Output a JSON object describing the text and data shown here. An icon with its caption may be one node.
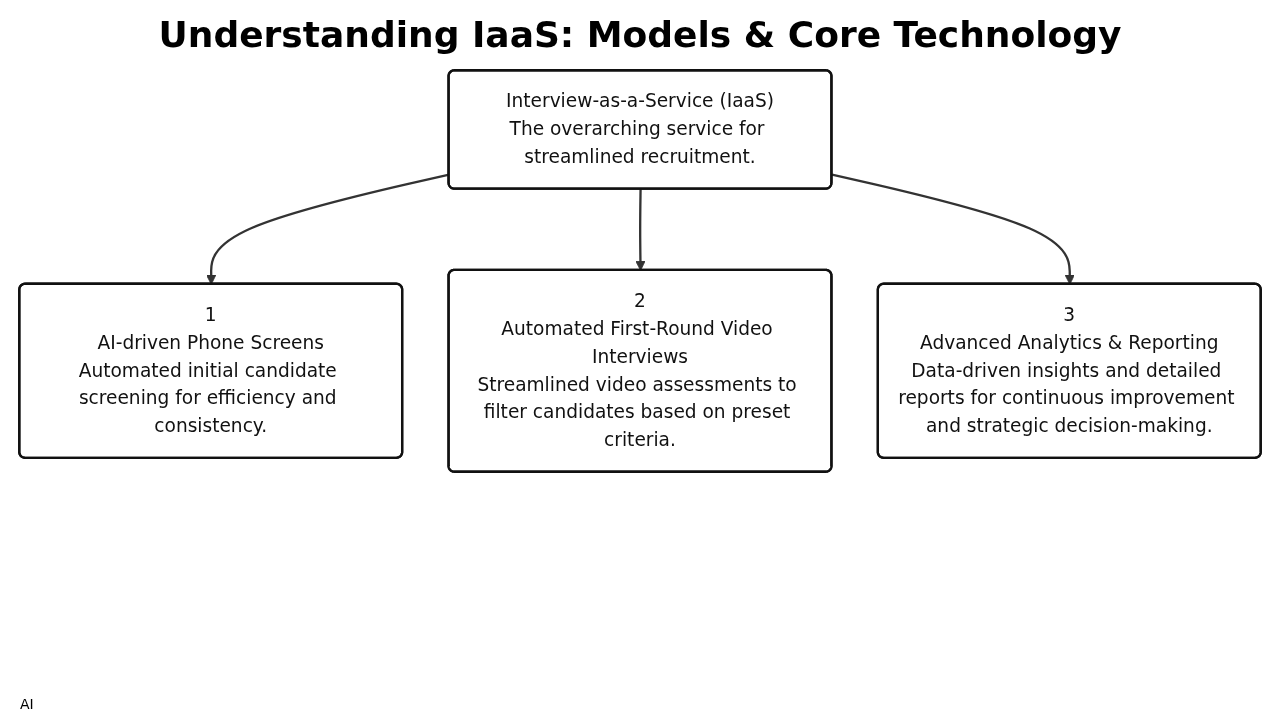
{
  "diagram": {
    "title": "Understanding IaaS: Models & Core Technology",
    "nodes": [
      {
        "text": [
          "Interview-as-a-Service (IaaS)",
          "The overarching service for streamlined recruitment."
        ]
      },
      {
        "text": [
          "1",
          "AI-driven Phone Screens",
          "Automated initial candidate screening for efficiency and consistency."
        ]
      },
      {
        "text": [
          "2",
          "Automated First-Round Video Interviews",
          "Streamlined video assessments to filter candidates based on preset criteria."
        ]
      },
      {
        "text": [
          "3",
          "Advanced Analytics & Reporting",
          "Data-driven insights and detailed reports for continuous improvement and strategic decision-making."
        ]
      }
    ],
    "edges": [
      {
        "from": 0,
        "to": 1,
        "arrow": "to"
      },
      {
        "from": 0,
        "to": 2,
        "arrow": "to"
      },
      {
        "from": 0,
        "to": 3,
        "arrow": "to"
      }
    ],
    "labels": [
      "AI"
    ]
  }
}
